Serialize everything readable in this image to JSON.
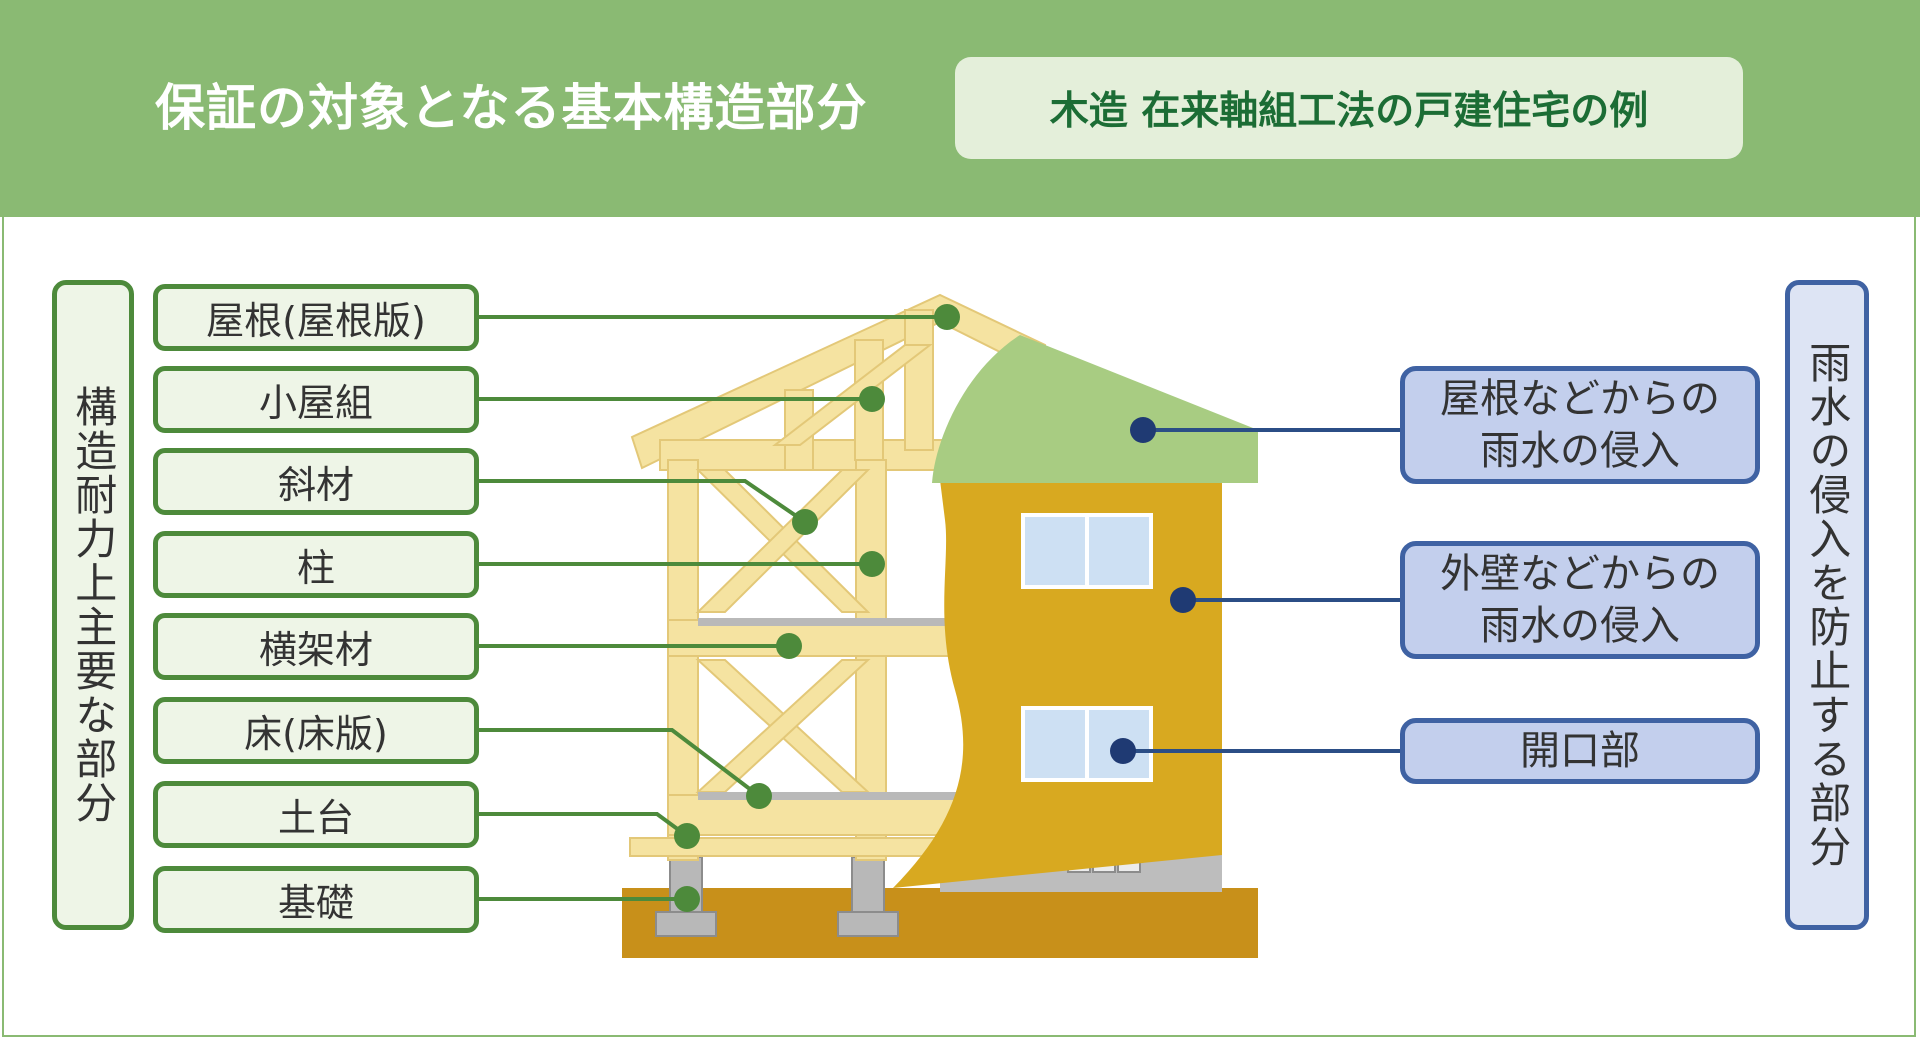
{
  "header": {
    "title": "保証の対象となる基本構造部分",
    "subtitle": "木造 在来軸組工法の戸建住宅の例"
  },
  "left_group": {
    "label": "構造耐力上主要な部分",
    "items": [
      "屋根(屋根版)",
      "小屋組",
      "斜材",
      "柱",
      "横架材",
      "床(床版)",
      "土台",
      "基礎"
    ]
  },
  "right_group": {
    "label": "雨水の侵入を防止する部分",
    "items": [
      "屋根などからの\n雨水の侵入",
      "外壁などからの\n雨水の侵入",
      "開口部"
    ]
  },
  "colors": {
    "header_green": "#8aba73",
    "structure_green": "#4d8a3b",
    "rain_blue": "#3f62a3",
    "timber": "#f5e3a1",
    "wall": "#d8a920",
    "ground": "#c8901a"
  }
}
